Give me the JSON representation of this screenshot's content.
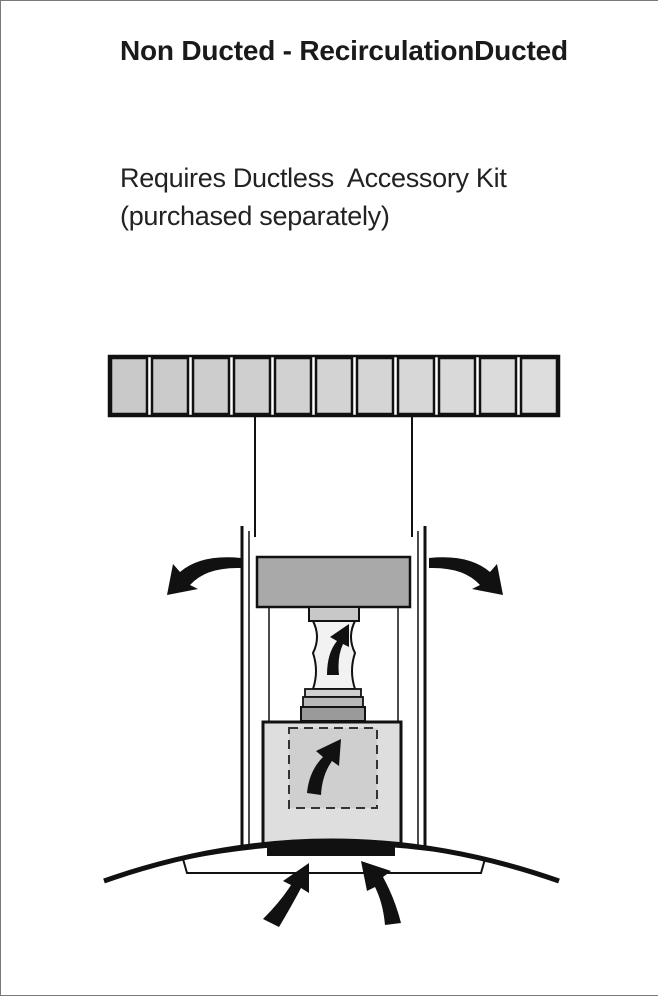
{
  "heading": "Non Ducted - RecirculationDucted",
  "note": {
    "line1": "Requires Ductless  Accessory Kit",
    "line2": "(purchased separately)"
  },
  "colors": {
    "filter_block": "#d6d6d6",
    "motor": "#a9a9a9",
    "blower_housing": "#dedede",
    "outline": "#111111"
  },
  "icons": {
    "outlet_arrows": "curved-arrow-icon",
    "intake_arrows": "curved-arrow-icon",
    "flow_arrows": "curved-arrow-icon"
  }
}
